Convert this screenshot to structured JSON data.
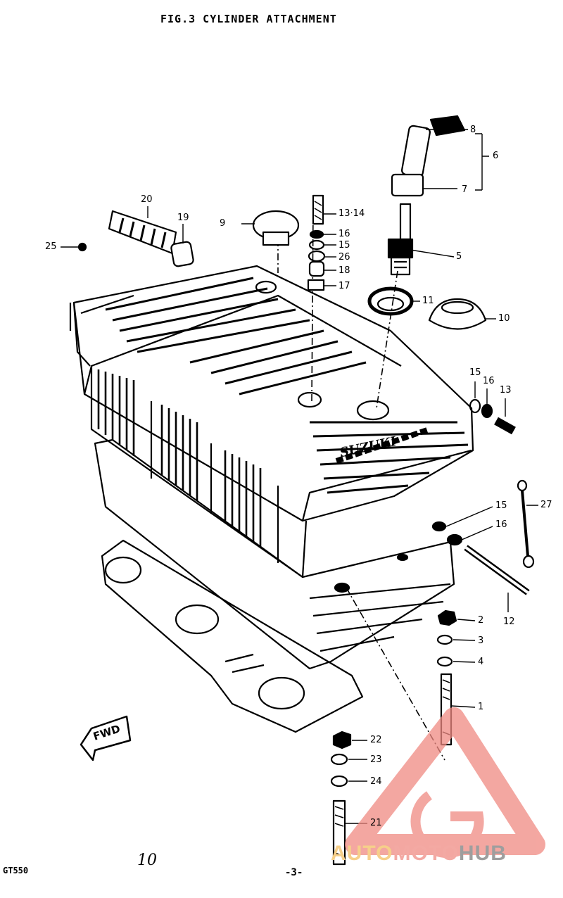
{
  "figure": {
    "title": "FIG.3  CYLINDER ATTACHMENT",
    "model": "GT550",
    "page": "-3-",
    "handwritten": "10"
  },
  "badge": {
    "fwd": "FWD",
    "head_brand": "SUZUKI"
  },
  "callouts": {
    "c1": "1",
    "c2": "2",
    "c3": "3",
    "c4": "4",
    "c5": "5",
    "c6": "6",
    "c7": "7",
    "c8": "8",
    "c9": "9",
    "c10": "10",
    "c11": "11",
    "c12": "12",
    "c13": "13",
    "c13_14": "13·14",
    "c15a": "15",
    "c15b": "15",
    "c15c": "15",
    "c16a": "16",
    "c16b": "16",
    "c16c": "16",
    "c17": "17",
    "c18": "18",
    "c19": "19",
    "c20": "20",
    "c21": "21",
    "c22": "22",
    "c23": "23",
    "c24": "24",
    "c25": "25",
    "c26": "26",
    "c27": "27"
  },
  "watermark": {
    "part1": "AUTO",
    "part2": "MOTO",
    "part3": "HUB",
    "colors": {
      "auto": "#f6cf8a",
      "moto": "#f3a9a3",
      "hub": "#9e9e9e",
      "logo": "#f08a82"
    }
  }
}
